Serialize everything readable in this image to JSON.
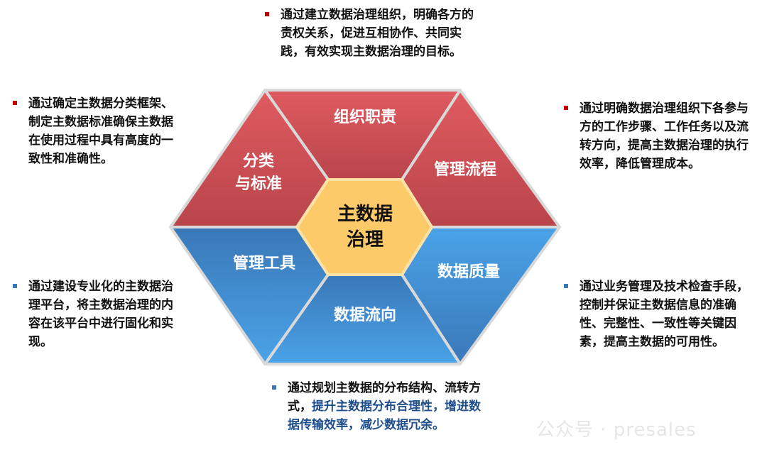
{
  "center": {
    "line1": "主数据",
    "line2": "治理"
  },
  "segments": [
    {
      "id": "org",
      "label": "组织职责"
    },
    {
      "id": "process",
      "label": "管理流程"
    },
    {
      "id": "quality",
      "label": "数据质量"
    },
    {
      "id": "flow",
      "label": "数据流向"
    },
    {
      "id": "tools",
      "label": "管理工具"
    },
    {
      "id": "standard",
      "label_line1": "分类",
      "label_line2": "与标准"
    }
  ],
  "descriptions": {
    "org": "通过建立数据治理组织，明确各方的责权关系，促进互相协作、共同实践，有效实现主数据治理的目标。",
    "standard": "通过确定主数据分类框架、制定主数据标准确保主数据在使用过程中具有高度的一致性和准确性。",
    "process": "通过明确数据治理组织下各参与方的工作步骤、工作任务以及流转方向，提高主数据治理的执行效率，降低管理成本。",
    "tools": "通过建设专业化的主数据治理平台，将主数据治理的内容在该平台中进行固化和实现。",
    "quality": "通过业务管理及技术检查手段，控制并保证主数据信息的准确性、完整性、一致性等关键因素，提高主数据的可用性。",
    "flow_plain": "通过规划主数据的分布结构、流转方式，",
    "flow_highlight": "提升主数据分布合理性，增进数据传输效率，减少数据冗余。"
  },
  "watermark": "公众号 · presales",
  "colors": {
    "red": "#d4555a",
    "blue": "#3f87c9",
    "center": "#fdca6a",
    "red_bullet": "#c00000",
    "blue_bullet": "#3a78b5",
    "highlight": "#1f4e8c"
  }
}
